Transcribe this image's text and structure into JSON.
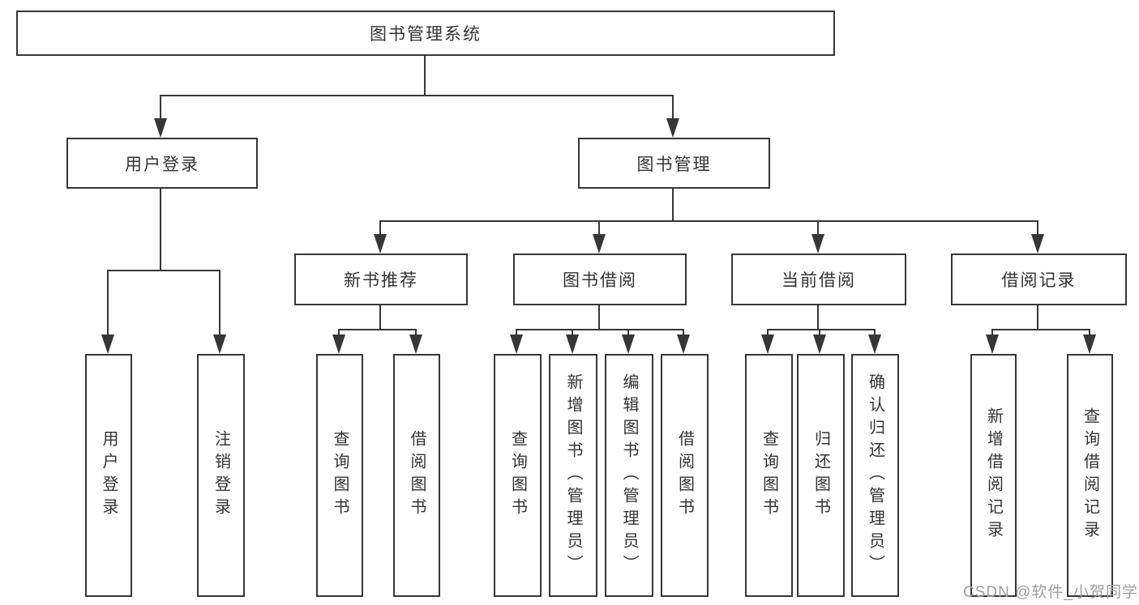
{
  "diagram": {
    "root": {
      "label": "图书管理系统"
    },
    "level2": [
      {
        "label": "用户登录",
        "parent": "图书管理系统"
      },
      {
        "label": "图书管理",
        "parent": "图书管理系统"
      }
    ],
    "level3": [
      {
        "label": "新书推荐",
        "parent": "图书管理"
      },
      {
        "label": "图书借阅",
        "parent": "图书管理"
      },
      {
        "label": "当前借阅",
        "parent": "图书管理"
      },
      {
        "label": "借阅记录",
        "parent": "图书管理"
      }
    ],
    "leaves": [
      {
        "label": "用户登录",
        "parent": "用户登录"
      },
      {
        "label": "注销登录",
        "parent": "用户登录"
      },
      {
        "label": "查询图书",
        "parent": "新书推荐"
      },
      {
        "label": "借阅图书",
        "parent": "新书推荐"
      },
      {
        "label": "查询图书",
        "parent": "图书借阅"
      },
      {
        "label": "新增图书（管理员）",
        "parent": "图书借阅"
      },
      {
        "label": "编辑图书（管理员）",
        "parent": "图书借阅"
      },
      {
        "label": "借阅图书",
        "parent": "图书借阅"
      },
      {
        "label": "查询图书",
        "parent": "当前借阅"
      },
      {
        "label": "归还图书",
        "parent": "当前借阅"
      },
      {
        "label": "确认归还（管理员）",
        "parent": "当前借阅"
      },
      {
        "label": "新增借阅记录",
        "parent": "借阅记录"
      },
      {
        "label": "查询借阅记录",
        "parent": "借阅记录"
      }
    ]
  },
  "watermark": {
    "text": "CSDN @软件_小贺同学"
  },
  "colors": {
    "line": "#363636",
    "box_border": "#363636",
    "text": "#333333",
    "watermark": "#9e9e9e",
    "background": "#ffffff"
  }
}
